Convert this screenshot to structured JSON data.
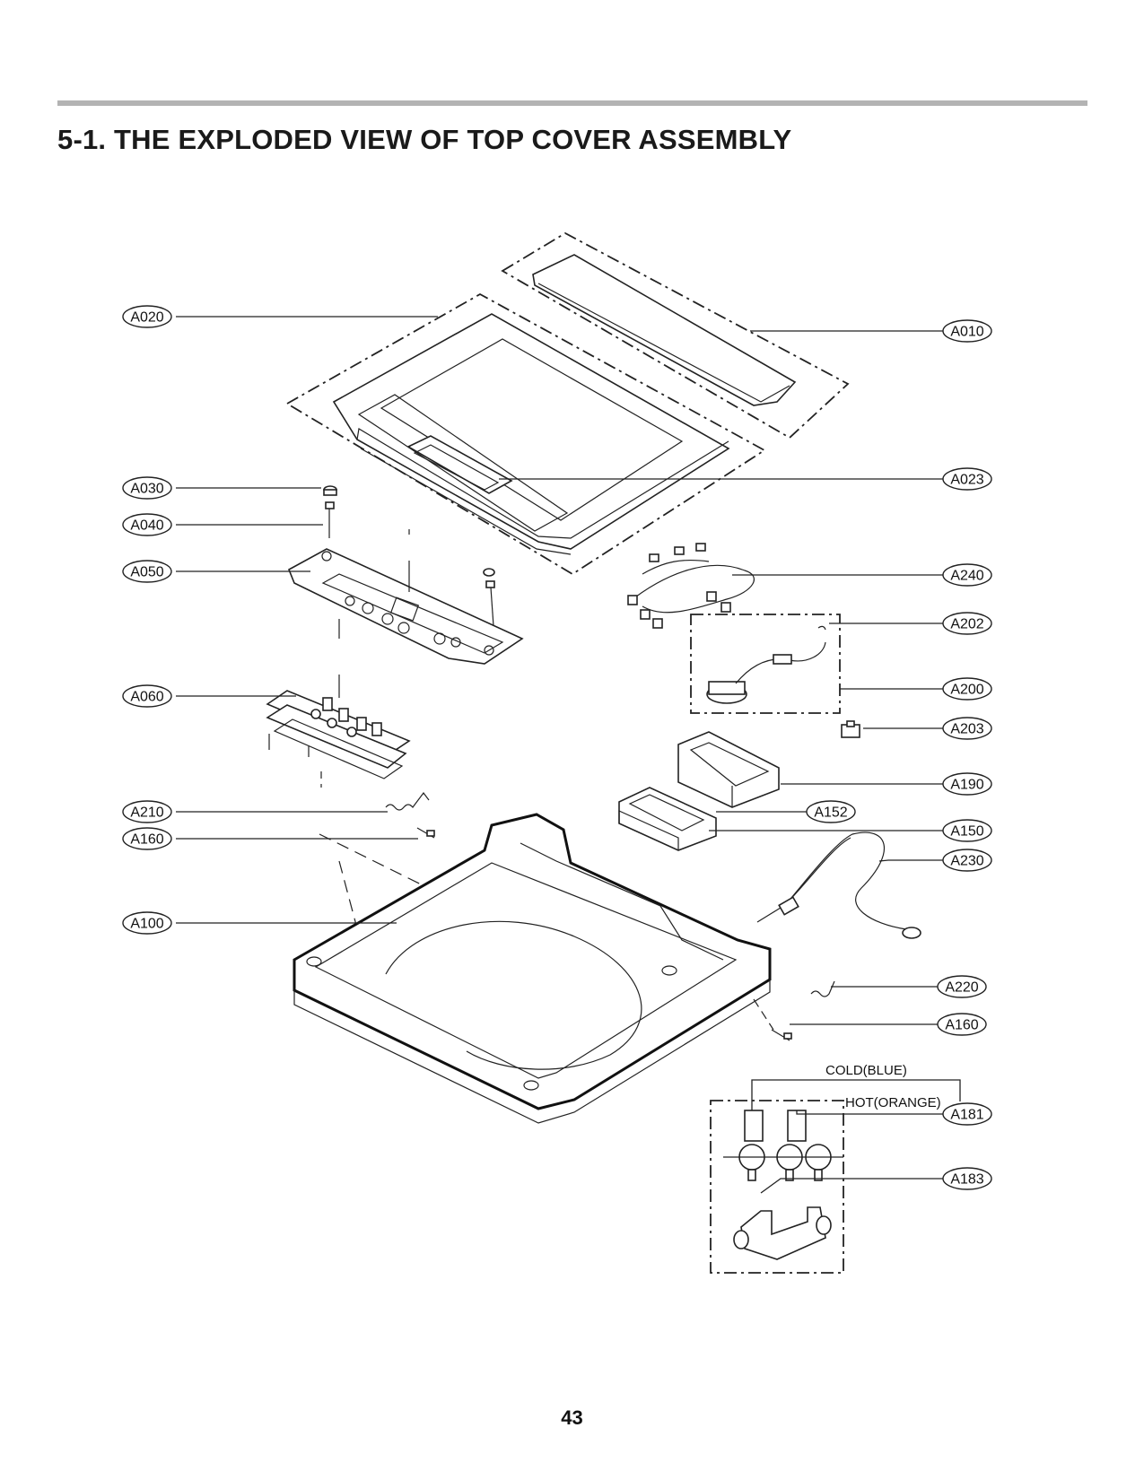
{
  "header": {
    "title": "5-1. THE EXPLODED VIEW OF TOP COVER ASSEMBLY"
  },
  "callouts": [
    {
      "id": "A020",
      "label": "A020"
    },
    {
      "id": "A010",
      "label": "A010"
    },
    {
      "id": "A030",
      "label": "A030"
    },
    {
      "id": "A023",
      "label": "A023"
    },
    {
      "id": "A040",
      "label": "A040"
    },
    {
      "id": "A050",
      "label": "A050"
    },
    {
      "id": "A240",
      "label": "A240"
    },
    {
      "id": "A202",
      "label": "A202"
    },
    {
      "id": "A060",
      "label": "A060"
    },
    {
      "id": "A200",
      "label": "A200"
    },
    {
      "id": "A203",
      "label": "A203"
    },
    {
      "id": "A190",
      "label": "A190"
    },
    {
      "id": "A210",
      "label": "A210"
    },
    {
      "id": "A152",
      "label": "A152"
    },
    {
      "id": "A160a",
      "label": "A160"
    },
    {
      "id": "A150",
      "label": "A150"
    },
    {
      "id": "A230",
      "label": "A230"
    },
    {
      "id": "A100",
      "label": "A100"
    },
    {
      "id": "A220",
      "label": "A220"
    },
    {
      "id": "A160b",
      "label": "A160"
    },
    {
      "id": "A181",
      "label": "A181"
    },
    {
      "id": "A183",
      "label": "A183"
    }
  ],
  "notes": {
    "cold": "COLD(BLUE)",
    "hot": "HOT(ORANGE)"
  },
  "footer": {
    "page_number": "43"
  }
}
